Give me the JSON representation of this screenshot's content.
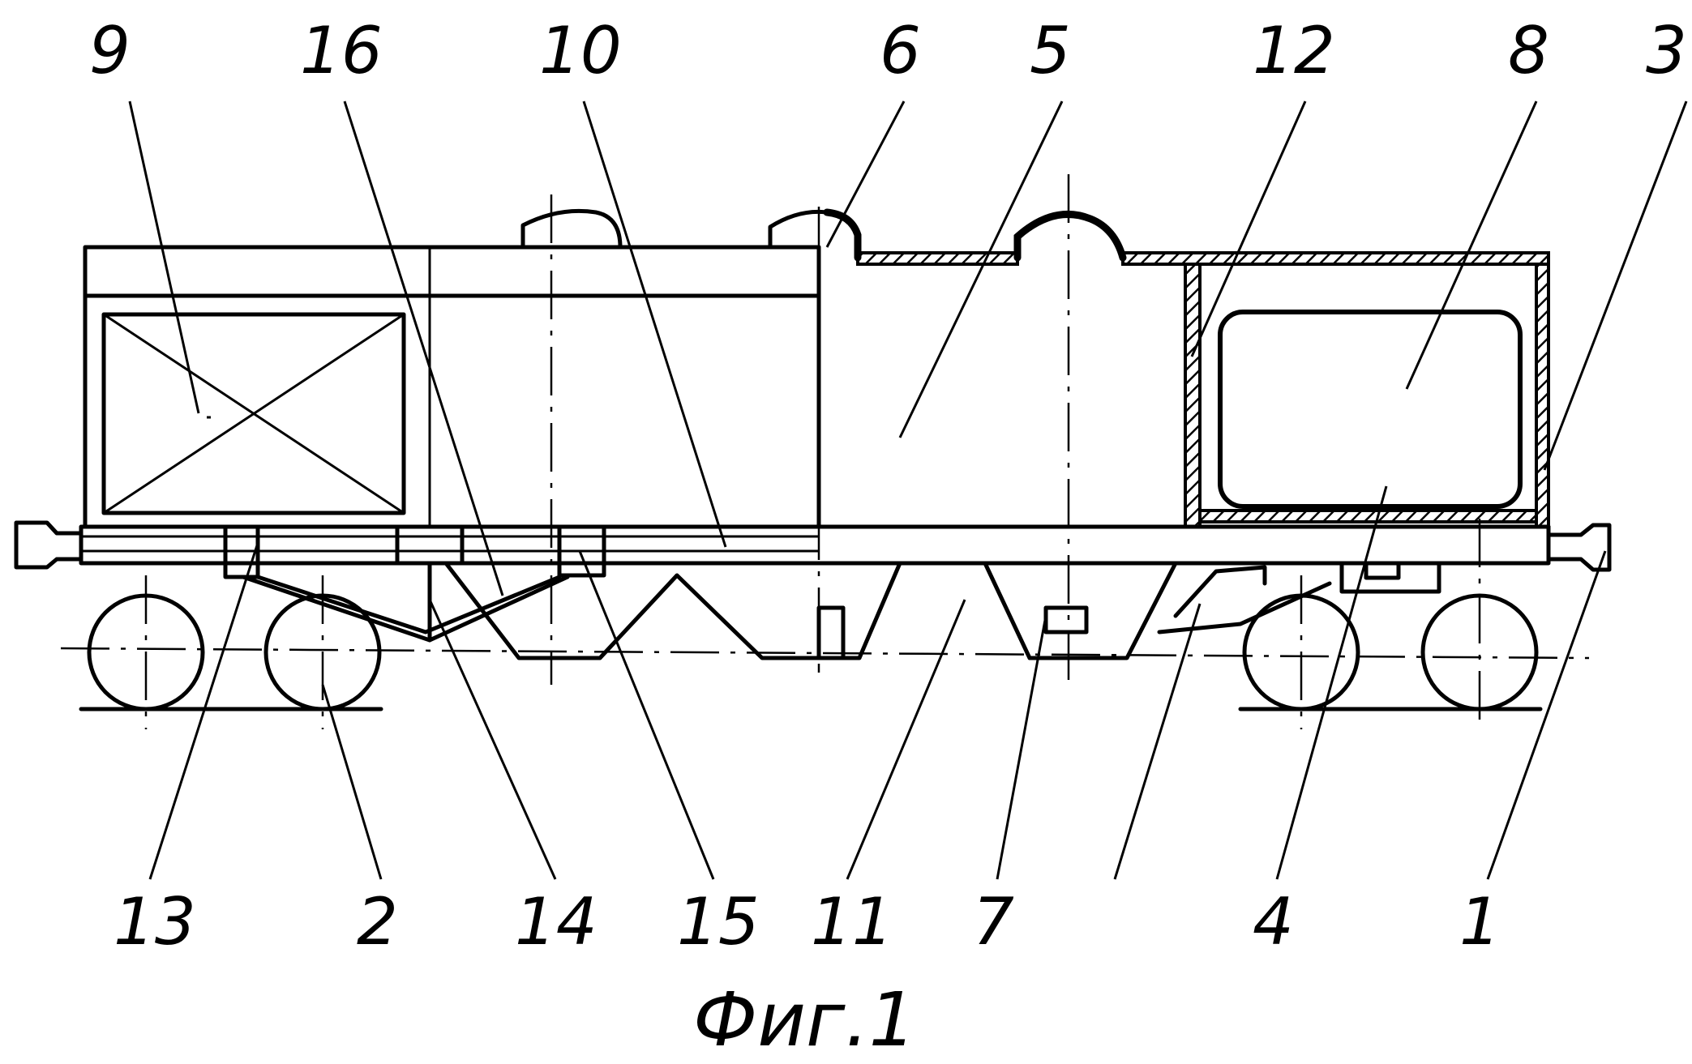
{
  "figure": {
    "caption": "Фиг.1",
    "callouts": {
      "n9": "9",
      "n16": "16",
      "n10": "10",
      "n6": "6",
      "n5": "5",
      "n12": "12",
      "n8": "8",
      "n3": "3",
      "n13": "13",
      "n2": "2",
      "n14": "14",
      "n15": "15",
      "n11": "11",
      "n7": "7",
      "n4": "4",
      "n1": "1"
    }
  }
}
